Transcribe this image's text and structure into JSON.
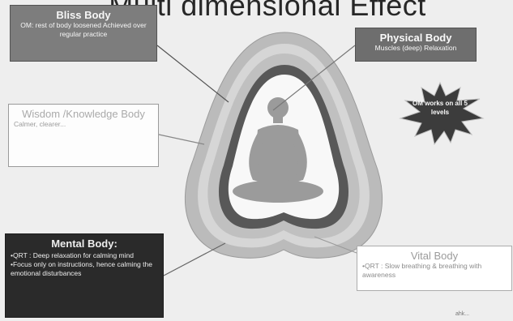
{
  "title": "Multi dimensional Effect",
  "bliss_body": {
    "heading": "Bliss Body",
    "detail": "OM: rest of body loosened Achieved over regular practice"
  },
  "physical_body": {
    "heading": "Physical Body",
    "detail": "Muscles (deep) Relaxation"
  },
  "wisdom_body": {
    "heading": "Wisdom /Knowledge Body",
    "detail": "Calmer, clearer..."
  },
  "mental_body": {
    "heading": "Mental Body:",
    "line1": "•QRT : Deep relaxation for calming mind",
    "line2": "•Focus only on instructions, hence calming the emotional disturbances"
  },
  "vital_body": {
    "heading": "Vital Body",
    "detail": "•QRT : Slow breathing & breathing with awareness"
  },
  "om_burst": "OM works on all 5 levels",
  "footer": "ahk..."
}
